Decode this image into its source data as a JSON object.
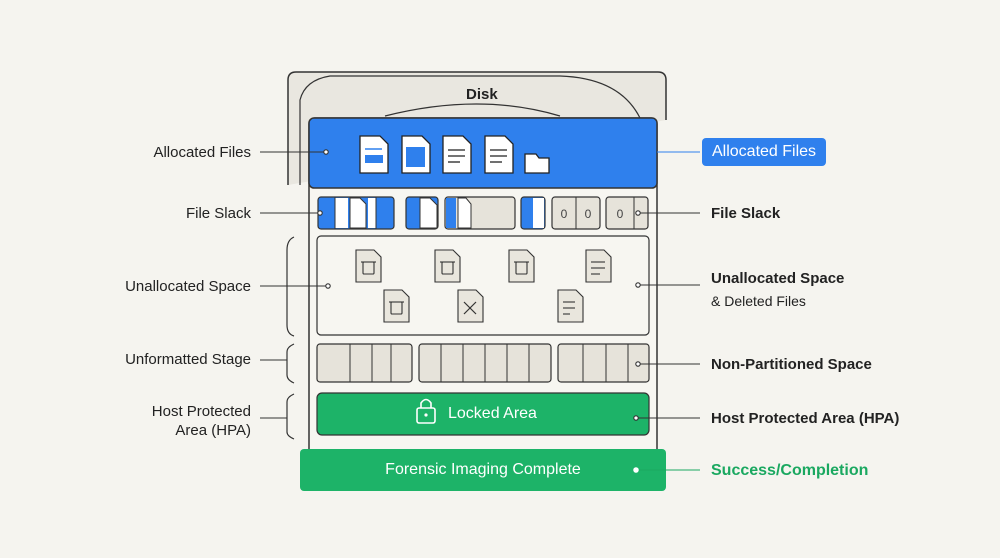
{
  "disk": {
    "title": "Disk"
  },
  "left_labels": {
    "allocated": "Allocated Files",
    "slack": "File Slack",
    "unallocated": "Unallocated Space",
    "unformatted": "Unformatted Stage",
    "hpa_line1": "Host Protected",
    "hpa_line2": "Area (HPA)"
  },
  "right_labels": {
    "allocated": "Allocated Files",
    "slack": "File Slack",
    "unallocated_line1": "Unallocated Space",
    "unallocated_line2": "& Deleted Files",
    "nonpartitioned": "Non-Partitioned Space",
    "hpa": "Host Protected Area (HPA)",
    "success": "Success/Completion"
  },
  "bands": {
    "locked": "Locked Area",
    "forensic": "Forensic Imaging Complete"
  },
  "slack_cells": [
    "0",
    "0",
    "0"
  ],
  "colors": {
    "blue": "#2f80ed",
    "green": "#1db368",
    "success_text": "#1aa860"
  }
}
